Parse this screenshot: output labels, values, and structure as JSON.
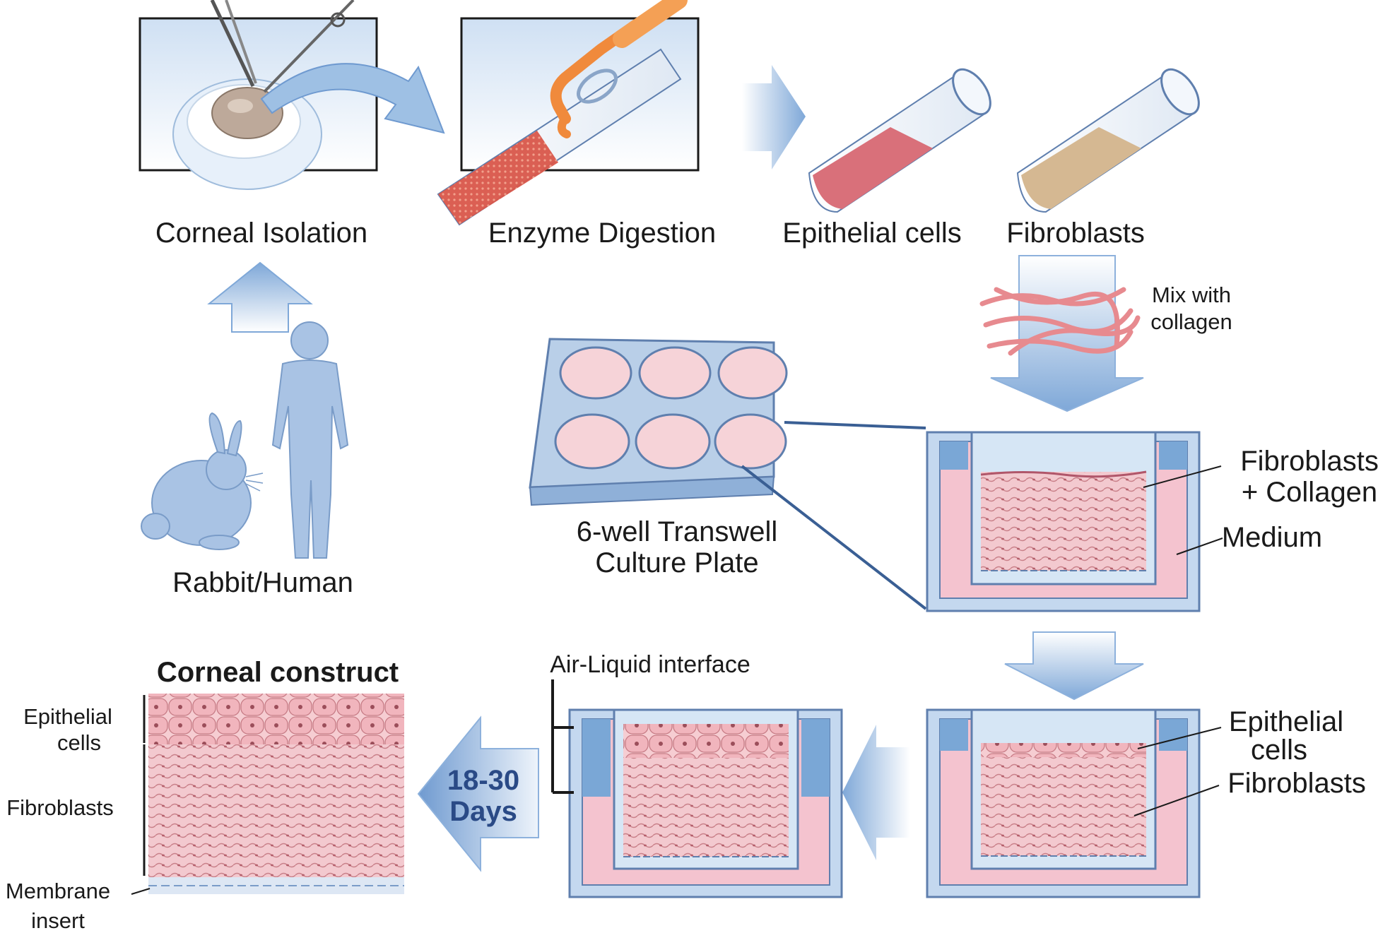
{
  "steps": {
    "corneal_isolation": "Corneal Isolation",
    "enzyme_digestion": "Enzyme Digestion",
    "epithelial_cells": "Epithelial cells",
    "fibroblasts": "Fibroblasts",
    "rabbit_human": "Rabbit/Human",
    "mix_with_collagen": [
      "Mix with",
      "collagen"
    ],
    "plate_label": [
      "6-well Transwell",
      "Culture Plate"
    ]
  },
  "transwell_1": {
    "fibroblasts_collagen": [
      "Fibroblasts",
      "+ Collagen"
    ],
    "medium": "Medium"
  },
  "transwell_2": {
    "epithelial_cells": [
      "Epithelial",
      "cells"
    ],
    "fibroblasts": "Fibroblasts"
  },
  "transwell_3": {
    "air_liquid_interface": "Air-Liquid interface"
  },
  "duration": [
    "18-30",
    "Days"
  ],
  "construct": {
    "title": "Corneal construct",
    "epithelial_cells": [
      "Epithelial",
      "cells"
    ],
    "fibroblasts": "Fibroblasts",
    "membrane_insert": [
      "Membrane",
      "insert"
    ]
  },
  "colors": {
    "arrow_blue": "#7fa8d8",
    "panel_blue": "#d6e6f5",
    "medium_pink": "#f4c3cf",
    "tissue_pink": "#f8d8dc",
    "cell_pink": "#e9a0a8",
    "duration_text": "#2a4a86"
  }
}
